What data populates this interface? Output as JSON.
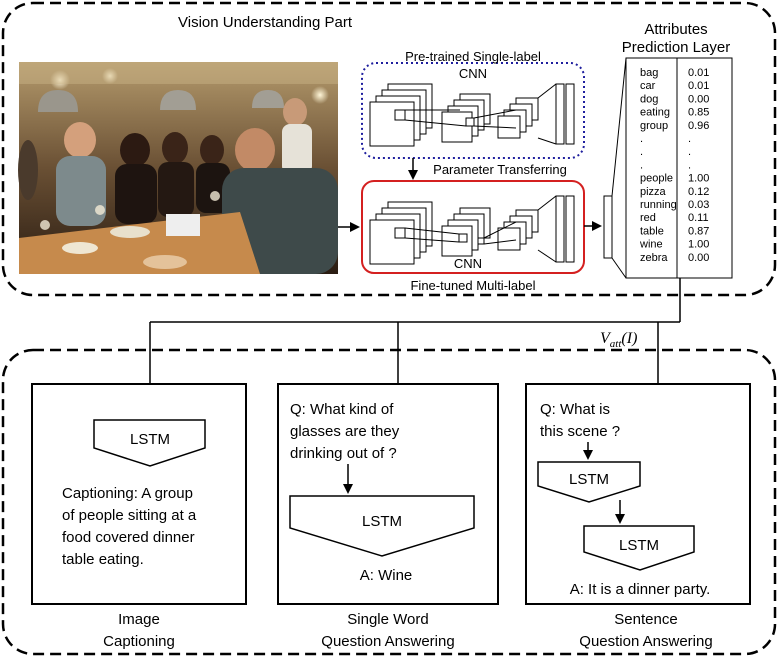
{
  "vision_part": {
    "title": "Vision Understanding Part",
    "pretrained_label": "Pre-trained Single-label",
    "cnn_top_label": "CNN",
    "transfer_label": "Parameter Transferring",
    "cnn_bottom_label": "CNN",
    "finetuned_label": "Fine-tuned  Multi-label",
    "attributes_title_line1": "Attributes",
    "attributes_title_line2": "Prediction Layer",
    "attributes": [
      {
        "word": "bag",
        "value": "0.01"
      },
      {
        "word": "car",
        "value": "0.01"
      },
      {
        "word": "dog",
        "value": "0.00"
      },
      {
        "word": "eating",
        "value": "0.85"
      },
      {
        "word": "group",
        "value": "0.96"
      },
      {
        "word": ".",
        "value": "."
      },
      {
        "word": ".",
        "value": "."
      },
      {
        "word": ".",
        "value": "."
      },
      {
        "word": "people",
        "value": "1.00"
      },
      {
        "word": "pizza",
        "value": "0.12"
      },
      {
        "word": "running",
        "value": "0.03"
      },
      {
        "word": "red",
        "value": "0.11"
      },
      {
        "word": "table",
        "value": "0.87"
      },
      {
        "word": "wine",
        "value": "1.00"
      },
      {
        "word": "zebra",
        "value": "0.00"
      }
    ],
    "vatt_label_main": "V",
    "vatt_label_sub": "att",
    "vatt_label_arg": "(I)"
  },
  "tasks": {
    "captioning": {
      "lstm_label": "LSTM",
      "caption_lines": [
        "Captioning:  A  group",
        "of people sitting at a",
        "food  covered  dinner",
        "table eating."
      ],
      "footer_line1": "Image",
      "footer_line2": "Captioning"
    },
    "single_word": {
      "question_lines": [
        "Q:  What kind of",
        "glasses are they",
        "drinking out of ?"
      ],
      "lstm_label": "LSTM",
      "answer": "A: Wine",
      "footer_line1": "Single Word",
      "footer_line2": "Question Answering"
    },
    "sentence": {
      "question_lines": [
        "Q:  What  is",
        "this scene ?"
      ],
      "lstm1_label": "LSTM",
      "lstm2_label": "LSTM",
      "answer": "A: It is a dinner party.",
      "footer_line1": "Sentence",
      "footer_line2": "Question Answering"
    }
  },
  "colors": {
    "pretrained_border": "#1f1f9e",
    "finetuned_border": "#d42020"
  }
}
